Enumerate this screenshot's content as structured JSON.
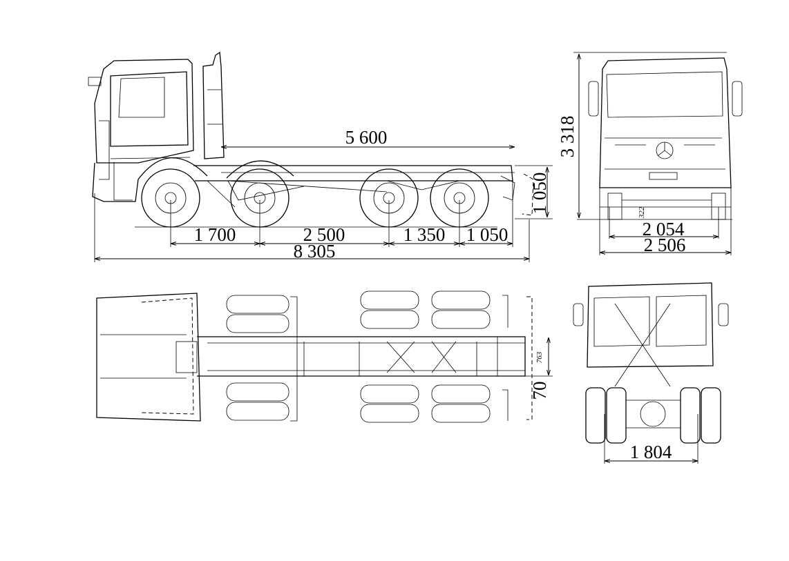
{
  "dimensions": {
    "frame_length": "5 600",
    "frame_height": "1 050",
    "overall_height": "3 318",
    "wheelbase_1": "1 700",
    "wheelbase_2": "2 500",
    "wheelbase_3": "1 350",
    "rear_overhang": "1 050",
    "overall_length": "8 305",
    "front_track": "2 054",
    "overall_width": "2 506",
    "frame_width": "763",
    "frame_offset": "70",
    "rear_track": "1 804",
    "ground_clearance": "322"
  }
}
